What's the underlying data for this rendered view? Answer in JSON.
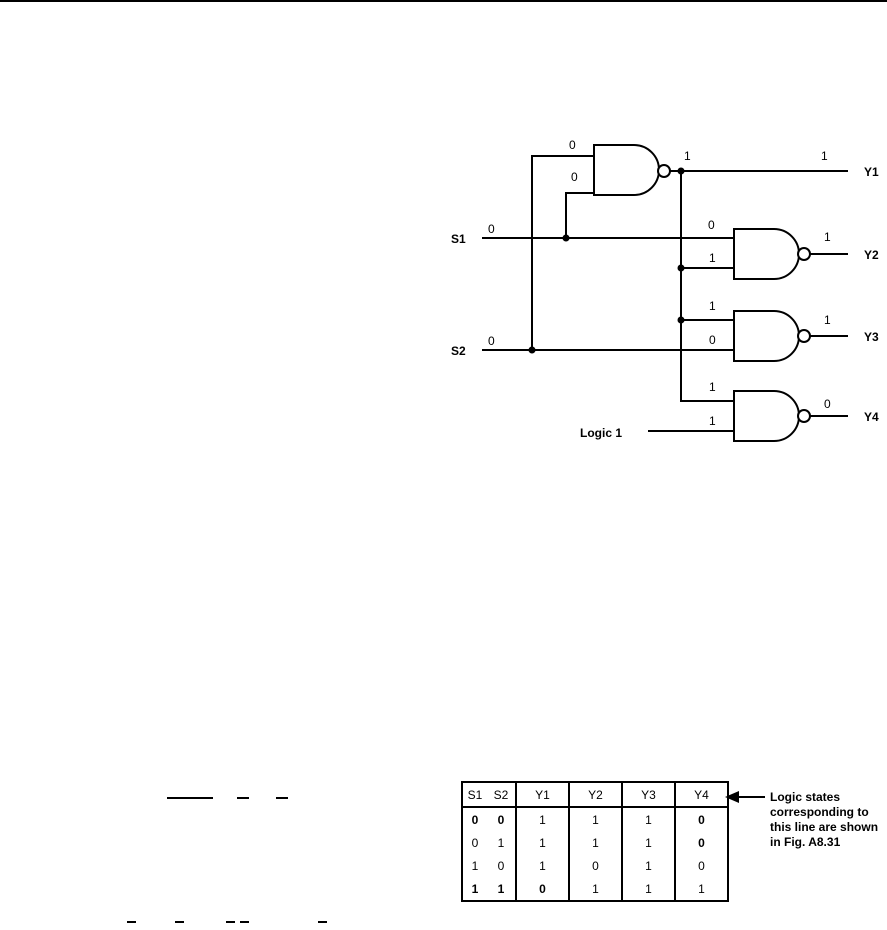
{
  "circuit": {
    "inputs": {
      "s1": "S1",
      "s2": "S2",
      "logic1": "Logic 1"
    },
    "outputs": {
      "y1": "Y1",
      "y2": "Y2",
      "y3": "Y3",
      "y4": "Y4"
    },
    "states": {
      "g1_in_top": "0",
      "g1_in_bottom": "0",
      "g1_out_node": "1",
      "y1_out": "1",
      "s1_in": "0",
      "s2_in": "0",
      "g2_in_top": "0",
      "g2_in_bottom": "1",
      "y2_out": "1",
      "g3_in_top": "1",
      "g3_in_bottom": "0",
      "y3_out": "1",
      "g4_in_top": "1",
      "g4_in_bottom": "1",
      "y4_out": "0"
    }
  },
  "truth_table": {
    "headers": [
      "S1",
      "S2",
      "Y1",
      "Y2",
      "Y3",
      "Y4"
    ],
    "rows": [
      [
        "0",
        "0",
        "1",
        "1",
        "1",
        "0"
      ],
      [
        "0",
        "1",
        "1",
        "1",
        "1",
        "0"
      ],
      [
        "1",
        "0",
        "1",
        "0",
        "1",
        "0"
      ],
      [
        "1",
        "1",
        "0",
        "1",
        "1",
        "1"
      ]
    ]
  },
  "note": {
    "line1": "Logic states",
    "line2": "corresponding to",
    "line3": "this line are shown",
    "line4": "in Fig. A8.31"
  }
}
